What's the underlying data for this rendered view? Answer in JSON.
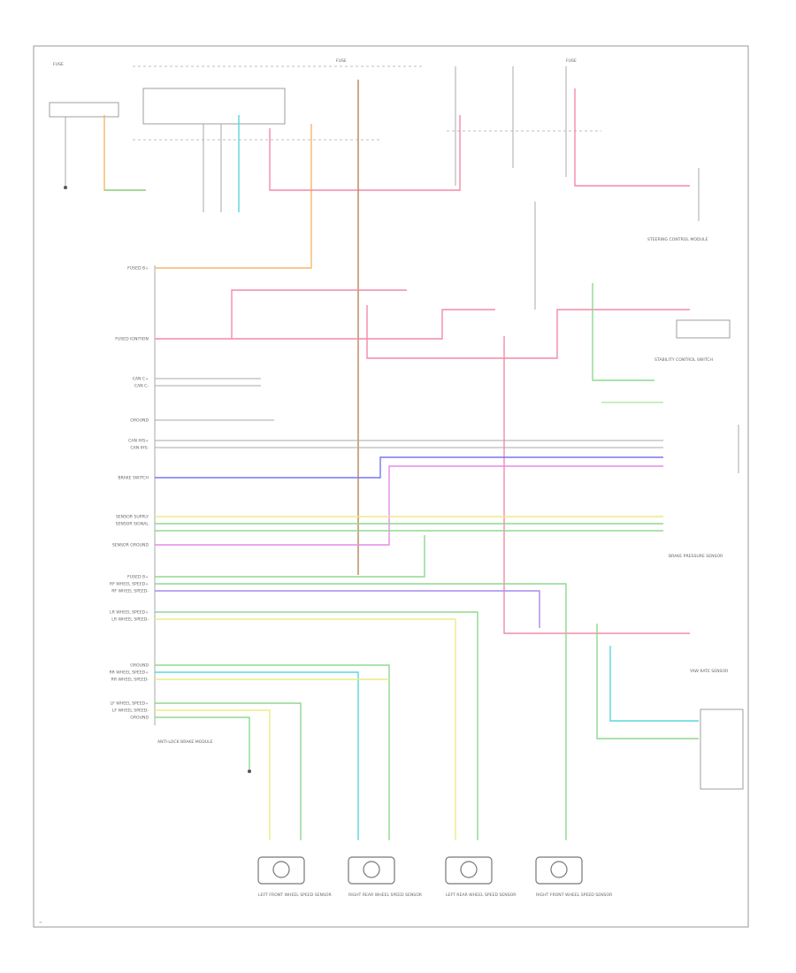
{
  "diagram": {
    "colors": {
      "orange": "#f7b56a",
      "pink": "#f48aa5",
      "brown": "#b8875a",
      "cyan": "#5ad6df",
      "yellow": "#ecec86",
      "green": "#8fd88f",
      "violet": "#a98bf0",
      "blue": "#7676f2",
      "magenta": "#e58ae8",
      "lightgreen": "#b7e6a5",
      "gray": "#aaaaaa"
    },
    "labels": {
      "fuse_a": "FUSE",
      "fuse_b": "FUSE",
      "fuse_c": "FUSE",
      "left_module": "ANTI-LOCK BRAKE MODULE",
      "sensor_1": "LEFT FRONT WHEEL SPEED SENSOR",
      "sensor_2": "RIGHT REAR WHEEL SPEED SENSOR",
      "sensor_3": "LEFT REAR WHEEL SPEED SENSOR",
      "sensor_4": "RIGHT FRONT WHEEL SPEED SENSOR",
      "right_module_1": "STEERING CONTROL MODULE",
      "right_module_2": "STABILITY CONTROL SWITCH",
      "right_module_3": "BRAKE PRESSURE SENSOR",
      "right_module_4": "YAW RATE SENSOR",
      "footer": "~"
    },
    "left_pins": [
      "FUSED B+",
      "FUSED IGNITION",
      "CAN C+",
      "CAN C-",
      "GROUND",
      "CAN IHS+",
      "CAN IHS-",
      "BRAKE SWITCH",
      "SENSOR SUPPLY",
      "SENSOR SIGNAL",
      "SENSOR GROUND",
      "FUSED B+",
      "RF WHEEL SPEED+",
      "RF WHEEL SPEED-",
      "LR WHEEL SPEED+",
      "LR WHEEL SPEED-",
      "GROUND",
      "RR WHEEL SPEED+",
      "RR WHEEL SPEED-",
      "LF WHEEL SPEED+",
      "LF WHEEL SPEED-",
      "GROUND"
    ]
  }
}
